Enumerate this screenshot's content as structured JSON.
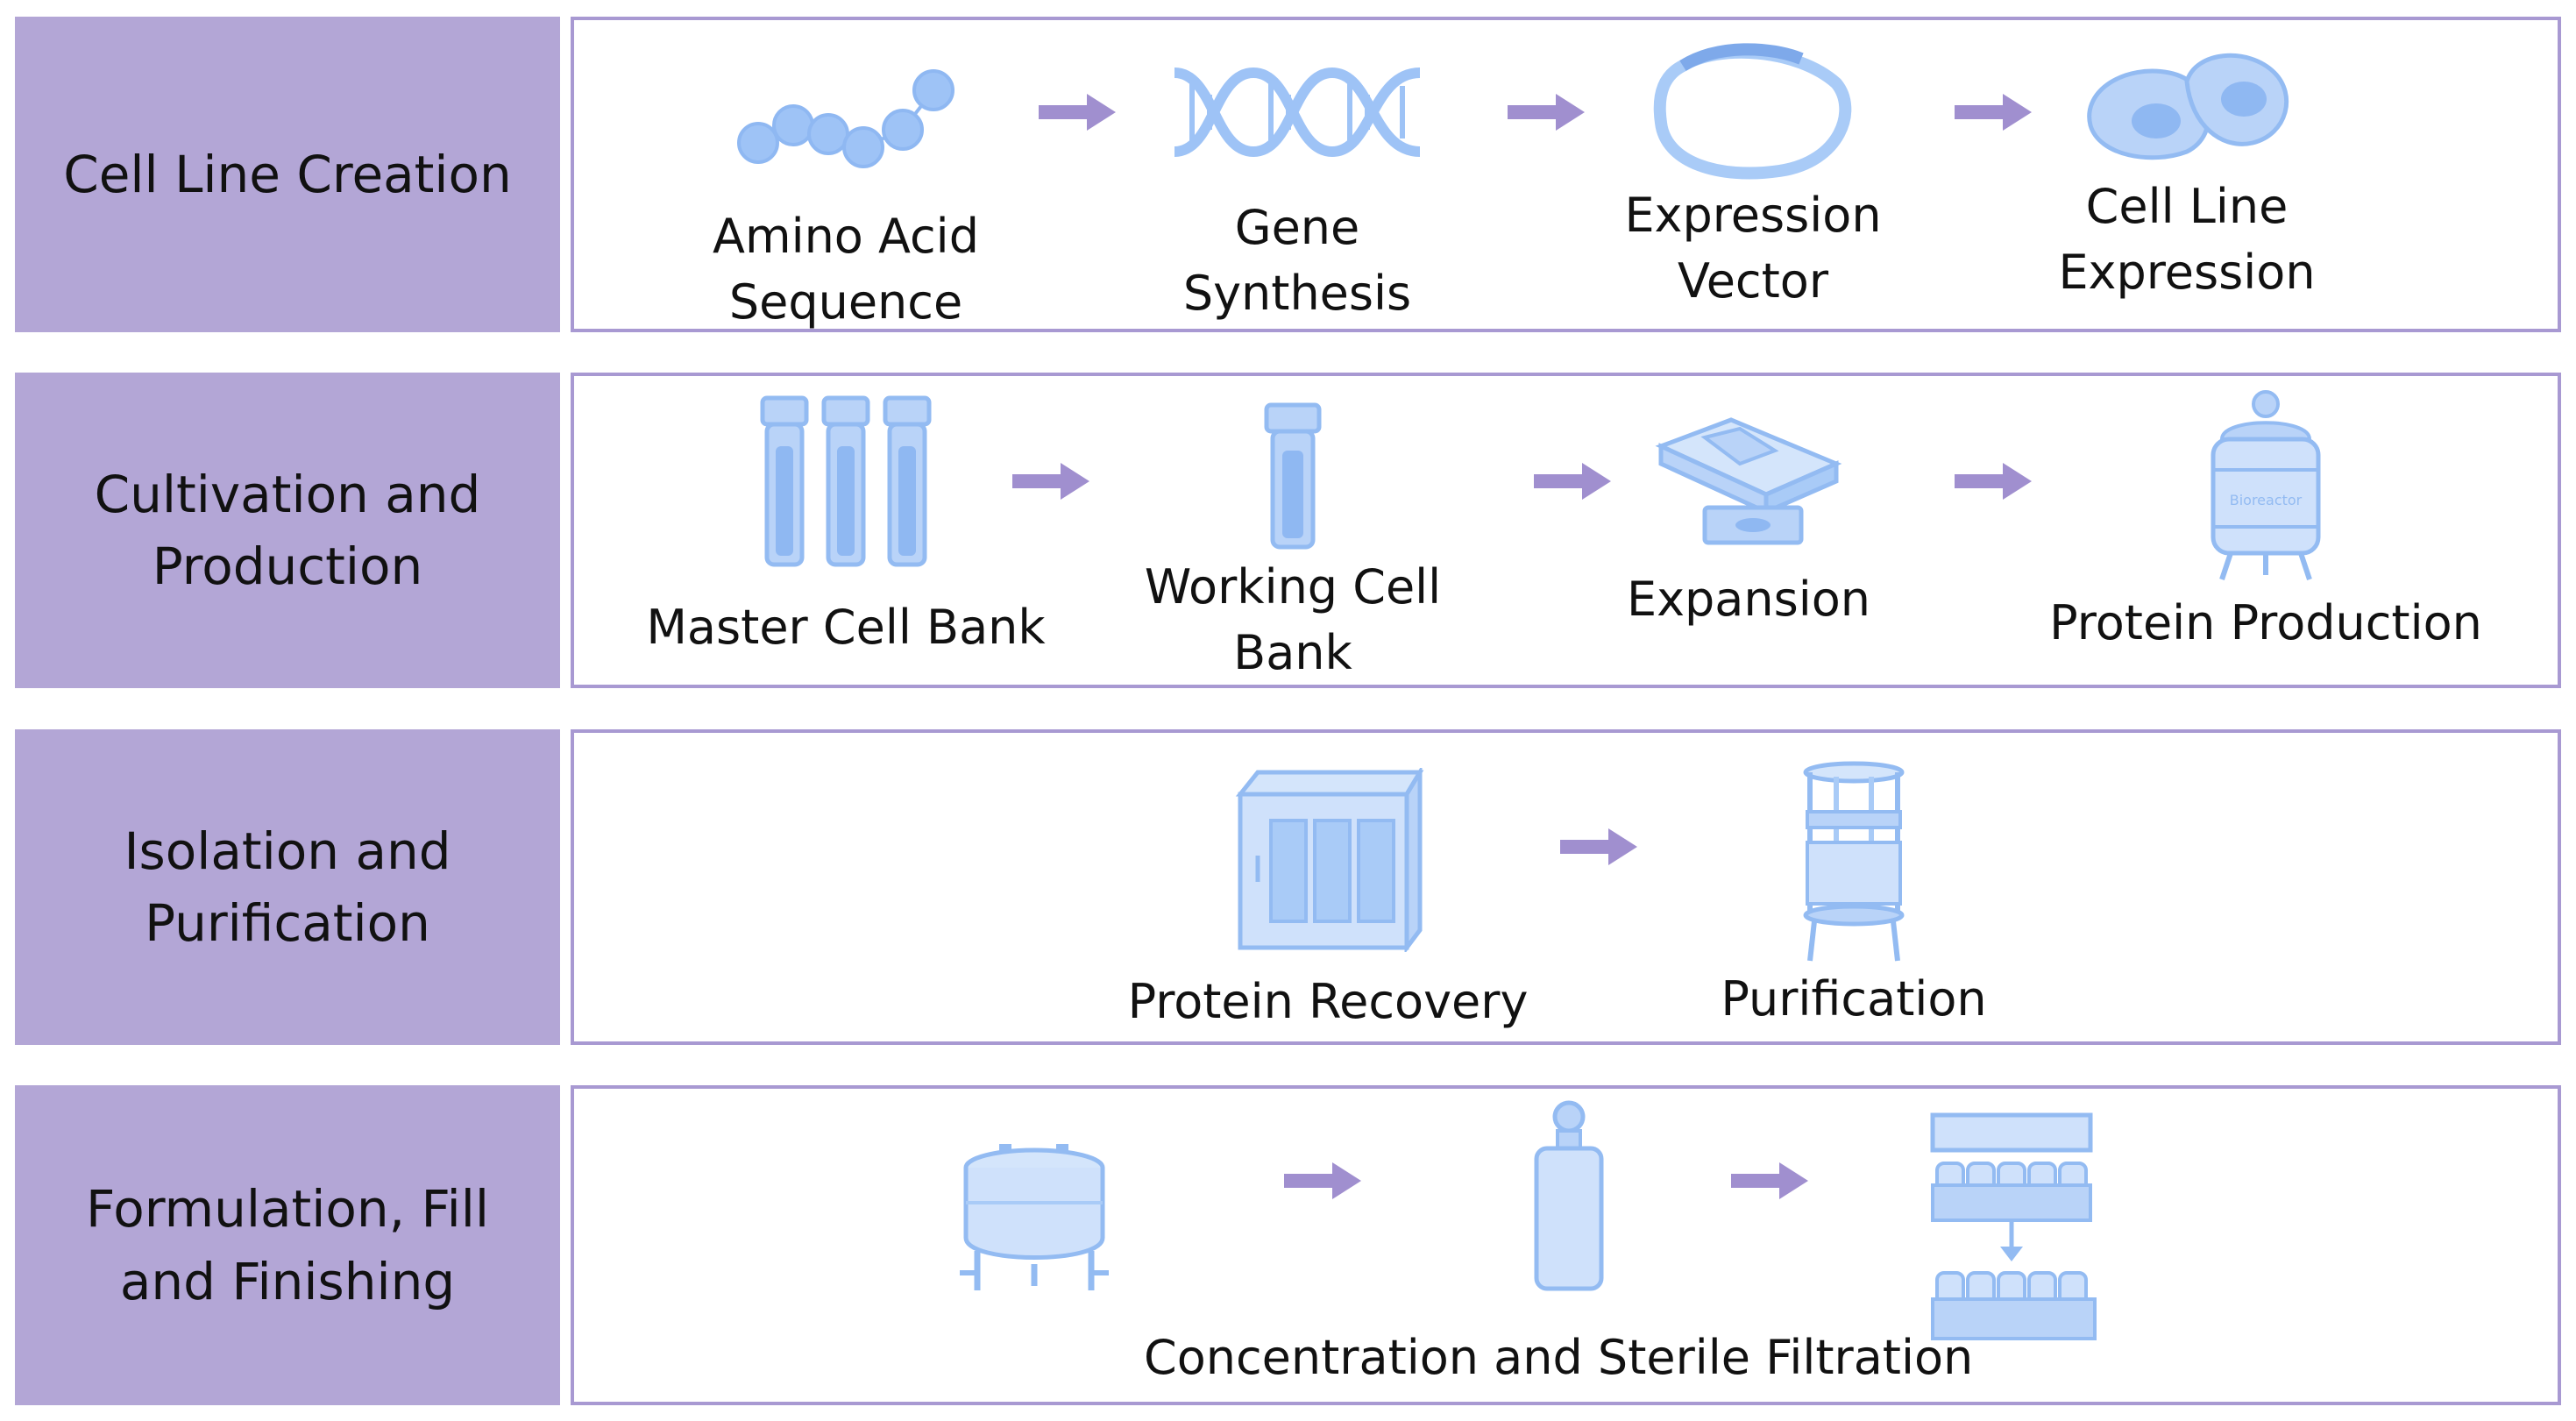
{
  "colors": {
    "label_bg": "#b3a6d6",
    "frame_border": "#a899d2",
    "arrow": "#a08fcf",
    "icon_fill": "#b9d3f8",
    "icon_stroke": "#93bbf2"
  },
  "rows": [
    {
      "title": "Cell Line Creation",
      "steps": [
        {
          "label": "Amino Acid\nSequence",
          "icon": "amino-acid-chain-icon"
        },
        {
          "label": "Gene\nSynthesis",
          "icon": "dna-helix-icon"
        },
        {
          "label": "Expression\nVector",
          "icon": "plasmid-ring-icon"
        },
        {
          "label": "Cell Line\nExpression",
          "icon": "cells-icon"
        }
      ]
    },
    {
      "title": "Cultivation and\nProduction",
      "steps": [
        {
          "label": "Master Cell Bank",
          "icon": "test-tubes-icon"
        },
        {
          "label": "Working Cell\nBank",
          "icon": "single-vial-icon"
        },
        {
          "label": "Expansion",
          "icon": "shaker-flask-icon"
        },
        {
          "label": "Protein Production",
          "icon": "bioreactor-icon",
          "icon_text": "Bioreactor"
        }
      ]
    },
    {
      "title": "Isolation and\nPurification",
      "steps": [
        {
          "label": "Protein Recovery",
          "icon": "recovery-unit-icon"
        },
        {
          "label": "Purification",
          "icon": "chromatography-column-icon"
        }
      ]
    },
    {
      "title": "Formulation, Fill\nand Finishing",
      "steps": [
        {
          "label": "Concentration and Sterile Filtration",
          "icon": "mixing-tank-icon"
        },
        {
          "label": "",
          "icon": "filter-cartridge-icon"
        },
        {
          "label": "",
          "icon": "vial-filling-icon"
        }
      ]
    }
  ]
}
